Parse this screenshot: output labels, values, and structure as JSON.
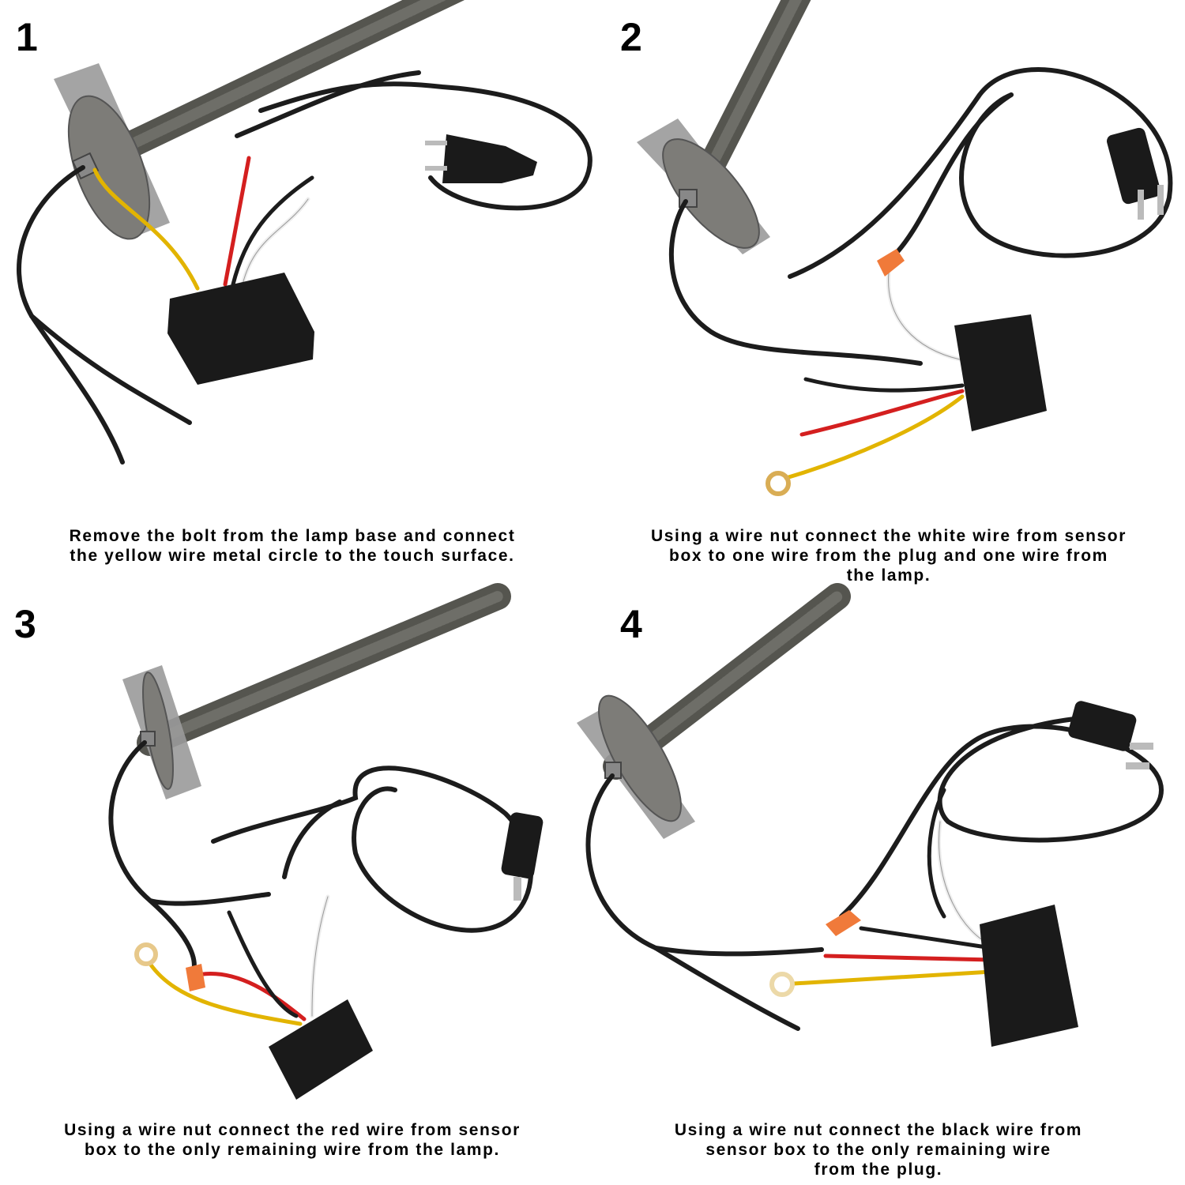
{
  "steps": [
    {
      "number": "1",
      "caption": [
        "Remove the bolt from the lamp base and connect",
        "the yellow wire metal circle to the touch surface."
      ]
    },
    {
      "number": "2",
      "caption": [
        "Using a wire nut connect the white wire from sensor",
        "box to one wire from the plug and one wire from",
        "the lamp."
      ]
    },
    {
      "number": "3",
      "caption": [
        "Using a wire nut connect the red wire from sensor",
        "box to the only remaining wire from the lamp."
      ]
    },
    {
      "number": "4",
      "caption": [
        "Using a wire nut connect the black wire from",
        "sensor box to the only remaining wire",
        "from the plug."
      ]
    }
  ],
  "colors": {
    "wire_black": "#1c1c1c",
    "wire_red": "#d41f1f",
    "wire_yellow": "#e2b400",
    "wire_white": "#f2f2f2",
    "wire_nut": "#f07a3a",
    "sensor_box": "#1a1a1a",
    "rod": "#5a5a58",
    "touch_plate": "#9a9a9a"
  }
}
